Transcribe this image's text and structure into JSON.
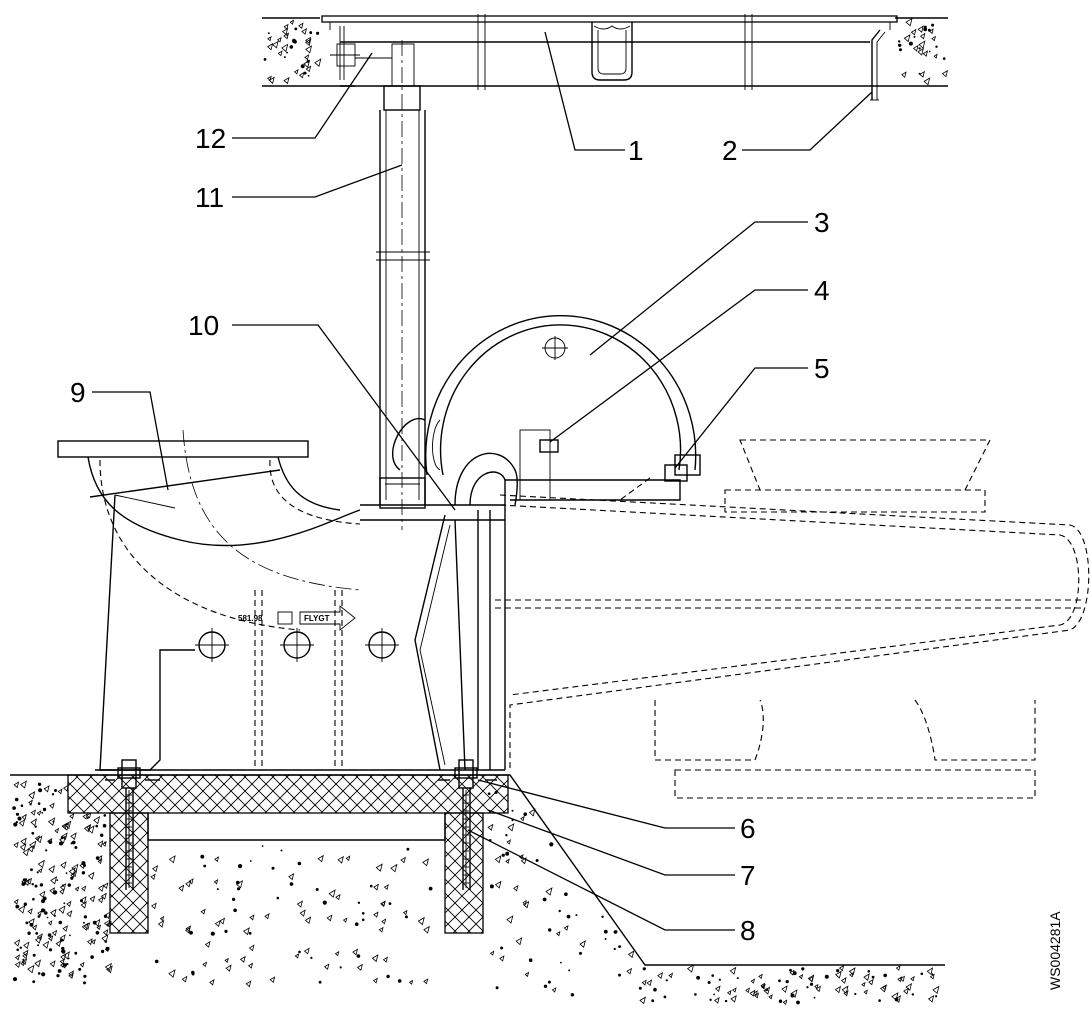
{
  "drawing_code": "WS004281A",
  "nameplate": {
    "number": "581.98",
    "brand": "FLYGT"
  },
  "callouts": [
    {
      "label": "1"
    },
    {
      "label": "2"
    },
    {
      "label": "3"
    },
    {
      "label": "4"
    },
    {
      "label": "5"
    },
    {
      "label": "6"
    },
    {
      "label": "7"
    },
    {
      "label": "8"
    },
    {
      "label": "9"
    },
    {
      "label": "10"
    },
    {
      "label": "11"
    },
    {
      "label": "12"
    }
  ]
}
